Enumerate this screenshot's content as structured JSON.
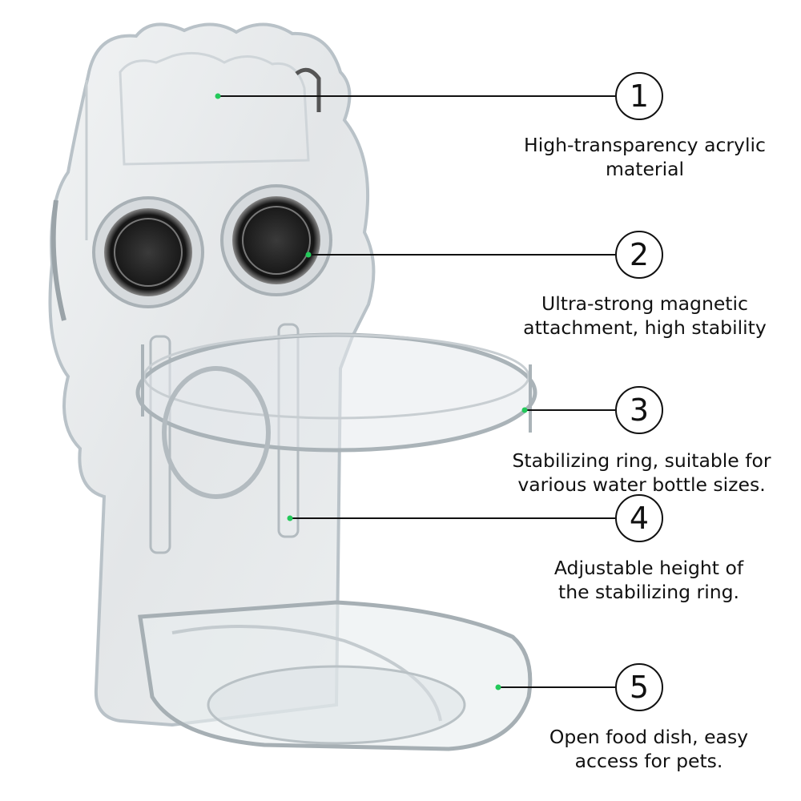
{
  "features": [
    {
      "number": "1",
      "caption": "High-transparency acrylic\nmaterial"
    },
    {
      "number": "2",
      "caption": "Ultra-strong magnetic\nattachment, high stability"
    },
    {
      "number": "3",
      "caption": "Stabilizing ring, suitable for\nvarious water bottle sizes."
    },
    {
      "number": "4",
      "caption": "Adjustable height of\nthe stabilizing ring."
    },
    {
      "number": "5",
      "caption": "Open food dish, easy\naccess for pets."
    }
  ],
  "colors": {
    "background": "#ffffff",
    "text": "#111111",
    "marker": "#23c95a",
    "acrylic_edge": "#b9c2c8"
  }
}
